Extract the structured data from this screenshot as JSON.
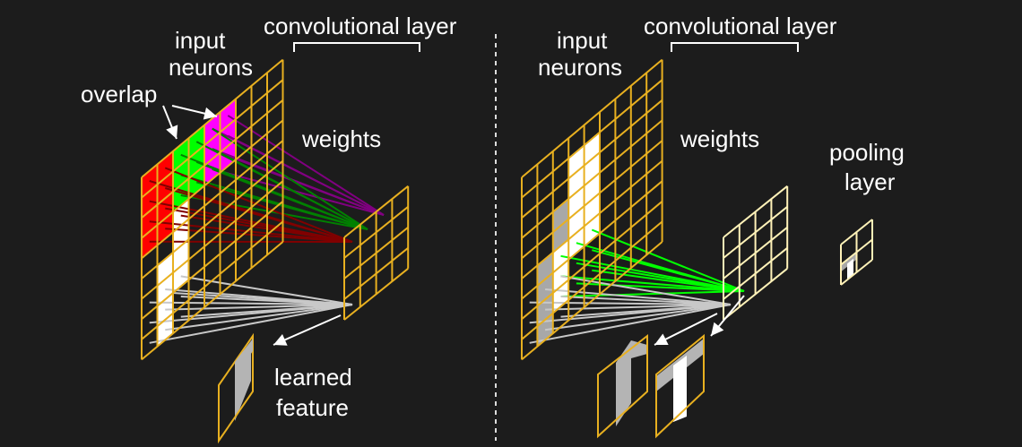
{
  "left": {
    "input_label": "input",
    "neurons_label": "neurons",
    "overlap_label": "overlap",
    "conv_label": "convolutional layer",
    "weights_label": "weights",
    "feature_label_1": "learned",
    "feature_label_2": "feature"
  },
  "right": {
    "input_label": "input",
    "neurons_label": "neurons",
    "conv_label": "convolutional layer",
    "weights_label": "weights",
    "pooling_label_1": "pooling",
    "pooling_label_2": "layer"
  },
  "colors": {
    "grid": "#e8b020",
    "weights_right": "#fff2b8",
    "red": "#ff0000",
    "green": "#00ff00",
    "magenta": "#ff00ff",
    "line_purple": "#800080",
    "line_green": "#008000",
    "line_red": "#800000",
    "line_gray": "#c8c8c8",
    "line_bright_green": "#00ff00"
  }
}
